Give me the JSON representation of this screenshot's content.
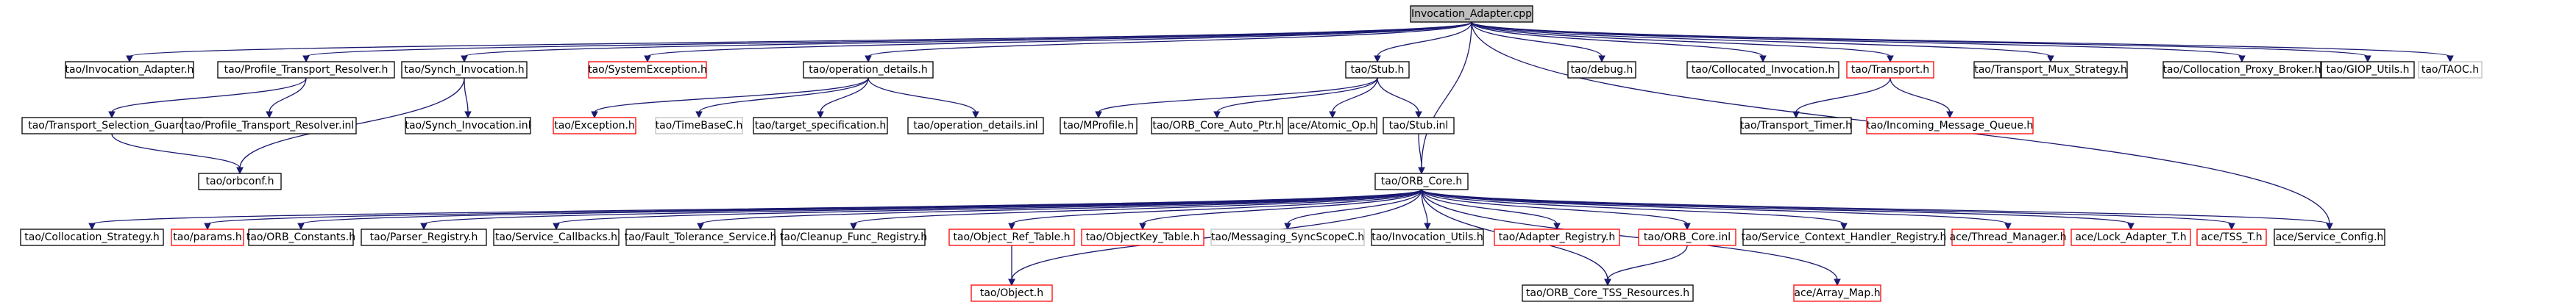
{
  "diagram": {
    "colors": {
      "edge": "#191970",
      "box_border_default": "#000000",
      "box_border_red": "#ff0000",
      "box_border_gray": "#bfbfbf",
      "root_fill": "#bfbfbf",
      "box_fill": "#ffffff"
    },
    "nodes": [
      {
        "id": "root",
        "label": "Invocation_Adapter.cpp",
        "style": "root"
      },
      {
        "id": "inv_adapter_h",
        "label": "tao/Invocation_Adapter.h",
        "style": "black"
      },
      {
        "id": "profile_tr_h",
        "label": "tao/Profile_Transport_Resolver.h",
        "style": "black"
      },
      {
        "id": "synch_inv_h",
        "label": "tao/Synch_Invocation.h",
        "style": "black"
      },
      {
        "id": "sysexc_h",
        "label": "tao/SystemException.h",
        "style": "red"
      },
      {
        "id": "op_details_h",
        "label": "tao/operation_details.h",
        "style": "black"
      },
      {
        "id": "stub_h",
        "label": "tao/Stub.h",
        "style": "black"
      },
      {
        "id": "debug_h",
        "label": "tao/debug.h",
        "style": "black"
      },
      {
        "id": "collocated_h",
        "label": "tao/Collocated_Invocation.h",
        "style": "black"
      },
      {
        "id": "transport_h",
        "label": "tao/Transport.h",
        "style": "red"
      },
      {
        "id": "mux_h",
        "label": "tao/Transport_Mux_Strategy.h",
        "style": "black"
      },
      {
        "id": "cpb_h",
        "label": "tao/Collocation_Proxy_Broker.h",
        "style": "black"
      },
      {
        "id": "giop_h",
        "label": "tao/GIOP_Utils.h",
        "style": "black"
      },
      {
        "id": "taoc_h",
        "label": "tao/TAOC.h",
        "style": "gray"
      },
      {
        "id": "tsg_h",
        "label": "tao/Transport_Selection_Guard.h",
        "style": "black"
      },
      {
        "id": "profile_tr_inl",
        "label": "tao/Profile_Transport_Resolver.inl",
        "style": "black"
      },
      {
        "id": "synch_inv_inl",
        "label": "tao/Synch_Invocation.inl",
        "style": "black"
      },
      {
        "id": "exception_h",
        "label": "tao/Exception.h",
        "style": "red"
      },
      {
        "id": "timebase_h",
        "label": "tao/TimeBaseC.h",
        "style": "gray"
      },
      {
        "id": "target_spec_h",
        "label": "tao/target_specification.h",
        "style": "black"
      },
      {
        "id": "op_details_inl",
        "label": "tao/operation_details.inl",
        "style": "black"
      },
      {
        "id": "mprofile_h",
        "label": "tao/MProfile.h",
        "style": "black"
      },
      {
        "id": "orb_core_auto_ptr_h",
        "label": "tao/ORB_Core_Auto_Ptr.h",
        "style": "black"
      },
      {
        "id": "atomic_op_h",
        "label": "ace/Atomic_Op.h",
        "style": "black"
      },
      {
        "id": "stub_inl",
        "label": "tao/Stub.inl",
        "style": "black"
      },
      {
        "id": "transport_timer_h",
        "label": "tao/Transport_Timer.h",
        "style": "black"
      },
      {
        "id": "incoming_queue_h",
        "label": "tao/Incoming_Message_Queue.h",
        "style": "red"
      },
      {
        "id": "orbconf_h",
        "label": "tao/orbconf.h",
        "style": "black"
      },
      {
        "id": "orb_core_h",
        "label": "tao/ORB_Core.h",
        "style": "black"
      },
      {
        "id": "colloc_strategy_h",
        "label": "tao/Collocation_Strategy.h",
        "style": "black"
      },
      {
        "id": "params_h",
        "label": "tao/params.h",
        "style": "red"
      },
      {
        "id": "orb_constants_h",
        "label": "tao/ORB_Constants.h",
        "style": "black"
      },
      {
        "id": "parser_registry_h",
        "label": "tao/Parser_Registry.h",
        "style": "black"
      },
      {
        "id": "service_callbacks_h",
        "label": "tao/Service_Callbacks.h",
        "style": "black"
      },
      {
        "id": "fault_tolerance_h",
        "label": "tao/Fault_Tolerance_Service.h",
        "style": "black"
      },
      {
        "id": "cleanup_func_h",
        "label": "tao/Cleanup_Func_Registry.h",
        "style": "black"
      },
      {
        "id": "object_ref_table_h",
        "label": "tao/Object_Ref_Table.h",
        "style": "red"
      },
      {
        "id": "objectkey_table_h",
        "label": "tao/ObjectKey_Table.h",
        "style": "red"
      },
      {
        "id": "messaging_h",
        "label": "tao/Messaging_SyncScopeC.h",
        "style": "gray"
      },
      {
        "id": "invocation_utils_h",
        "label": "tao/Invocation_Utils.h",
        "style": "black"
      },
      {
        "id": "adapter_registry_h",
        "label": "tao/Adapter_Registry.h",
        "style": "red"
      },
      {
        "id": "orb_core_inl",
        "label": "tao/ORB_Core.inl",
        "style": "red"
      },
      {
        "id": "sc_handler_registry_h",
        "label": "tao/Service_Context_Handler_Registry.h",
        "style": "black"
      },
      {
        "id": "thread_manager_h",
        "label": "ace/Thread_Manager.h",
        "style": "red"
      },
      {
        "id": "lock_adapter_h",
        "label": "ace/Lock_Adapter_T.h",
        "style": "red"
      },
      {
        "id": "tss_t_h",
        "label": "ace/TSS_T.h",
        "style": "red"
      },
      {
        "id": "service_config_h",
        "label": "ace/Service_Config.h",
        "style": "black"
      },
      {
        "id": "object_h",
        "label": "tao/Object.h",
        "style": "red"
      },
      {
        "id": "orb_core_tss_h",
        "label": "tao/ORB_Core_TSS_Resources.h",
        "style": "black"
      },
      {
        "id": "array_map_h",
        "label": "ace/Array_Map.h",
        "style": "red"
      }
    ],
    "edges": [
      [
        "root",
        "inv_adapter_h"
      ],
      [
        "root",
        "profile_tr_h"
      ],
      [
        "root",
        "synch_inv_h"
      ],
      [
        "root",
        "sysexc_h"
      ],
      [
        "root",
        "op_details_h"
      ],
      [
        "root",
        "stub_h"
      ],
      [
        "root",
        "orb_core_h"
      ],
      [
        "root",
        "debug_h"
      ],
      [
        "root",
        "collocated_h"
      ],
      [
        "root",
        "transport_h"
      ],
      [
        "root",
        "mux_h"
      ],
      [
        "root",
        "cpb_h"
      ],
      [
        "root",
        "giop_h"
      ],
      [
        "root",
        "taoc_h"
      ],
      [
        "root",
        "service_config_h"
      ],
      [
        "profile_tr_h",
        "tsg_h"
      ],
      [
        "profile_tr_h",
        "profile_tr_inl"
      ],
      [
        "synch_inv_h",
        "synch_inv_inl"
      ],
      [
        "synch_inv_h",
        "orbconf_h"
      ],
      [
        "tsg_h",
        "orbconf_h"
      ],
      [
        "op_details_h",
        "exception_h"
      ],
      [
        "op_details_h",
        "timebase_h"
      ],
      [
        "op_details_h",
        "target_spec_h"
      ],
      [
        "op_details_h",
        "op_details_inl"
      ],
      [
        "stub_h",
        "mprofile_h"
      ],
      [
        "stub_h",
        "orb_core_auto_ptr_h"
      ],
      [
        "stub_h",
        "atomic_op_h"
      ],
      [
        "stub_h",
        "stub_inl"
      ],
      [
        "stub_inl",
        "orb_core_h"
      ],
      [
        "transport_h",
        "transport_timer_h"
      ],
      [
        "transport_h",
        "incoming_queue_h"
      ],
      [
        "orb_core_h",
        "colloc_strategy_h"
      ],
      [
        "orb_core_h",
        "params_h"
      ],
      [
        "orb_core_h",
        "orb_constants_h"
      ],
      [
        "orb_core_h",
        "parser_registry_h"
      ],
      [
        "orb_core_h",
        "service_callbacks_h"
      ],
      [
        "orb_core_h",
        "fault_tolerance_h"
      ],
      [
        "orb_core_h",
        "cleanup_func_h"
      ],
      [
        "orb_core_h",
        "object_ref_table_h"
      ],
      [
        "orb_core_h",
        "objectkey_table_h"
      ],
      [
        "orb_core_h",
        "messaging_h"
      ],
      [
        "orb_core_h",
        "invocation_utils_h"
      ],
      [
        "orb_core_h",
        "adapter_registry_h"
      ],
      [
        "orb_core_h",
        "orb_core_inl"
      ],
      [
        "orb_core_h",
        "sc_handler_registry_h"
      ],
      [
        "orb_core_h",
        "thread_manager_h"
      ],
      [
        "orb_core_h",
        "lock_adapter_h"
      ],
      [
        "orb_core_h",
        "tss_t_h"
      ],
      [
        "orb_core_h",
        "service_config_h"
      ],
      [
        "orb_core_h",
        "object_h"
      ],
      [
        "orb_core_h",
        "orb_core_tss_h"
      ],
      [
        "orb_core_h",
        "array_map_h"
      ],
      [
        "object_ref_table_h",
        "object_h"
      ],
      [
        "orb_core_inl",
        "orb_core_tss_h"
      ]
    ]
  }
}
